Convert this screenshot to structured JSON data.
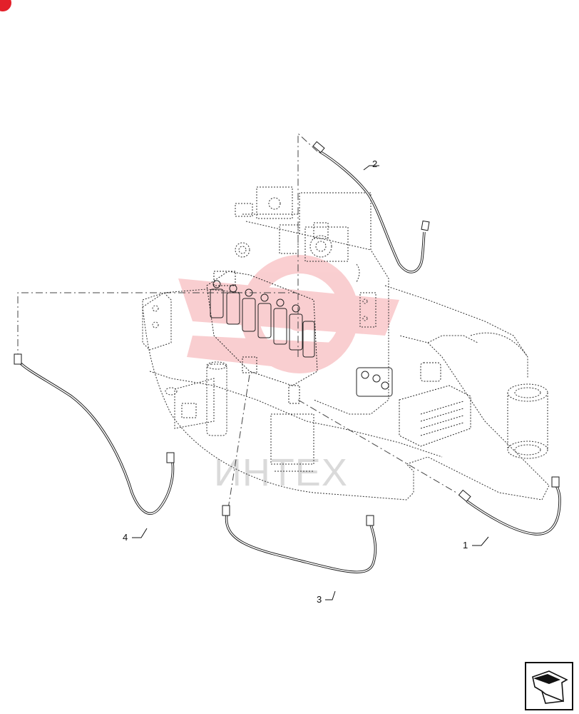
{
  "diagram": {
    "callouts": [
      {
        "id": "1",
        "label": "1"
      },
      {
        "id": "2",
        "label": "2"
      },
      {
        "id": "3",
        "label": "3"
      },
      {
        "id": "4",
        "label": "4"
      }
    ],
    "watermark": {
      "text": "ИНТЕХ",
      "color": "#e8262d"
    }
  },
  "colors": {
    "line": "#1a1a1a",
    "dashed": "#444444",
    "badge": "#e3202a"
  },
  "icons": {
    "corner_badge": "brand-badge-icon",
    "navigation": "arrow-navigation-icon"
  }
}
